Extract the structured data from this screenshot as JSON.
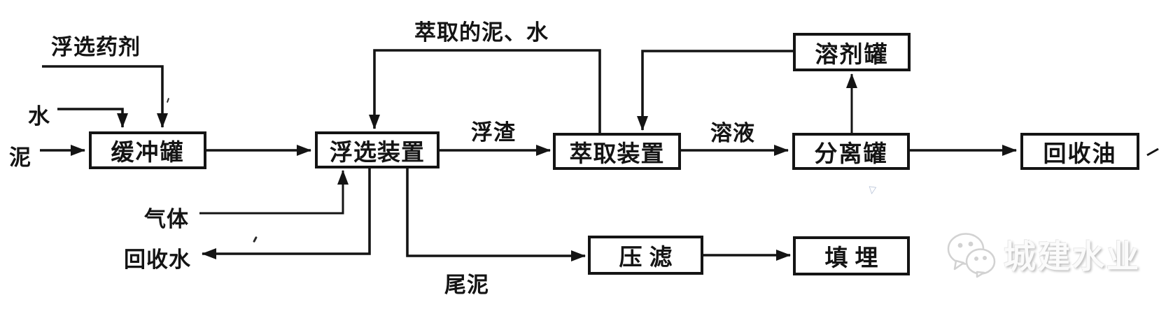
{
  "nodes": {
    "buffer_tank": "缓冲罐",
    "flotation_unit": "浮选装置",
    "extraction_unit": "萃取装置",
    "separation_tank": "分离罐",
    "recovered_oil": "回收油",
    "solvent_tank": "溶剂罐",
    "filter_press": "压滤",
    "landfill": "填埋"
  },
  "streams": {
    "flotation_reagent": "浮选药剂",
    "water": "水",
    "sludge": "泥",
    "extracted_sludge_water": "萃取的泥、水",
    "scum": "浮渣",
    "solution": "溶液",
    "gas": "气体",
    "recovered_water": "回收水",
    "tail_sludge": "尾泥"
  },
  "watermark": {
    "brand": "城建水业",
    "icon": "wechat-icon"
  },
  "marks": {
    "blue_mark": "▽"
  },
  "colors": {
    "line": "#141414",
    "background": "#ffffff",
    "watermark_text": "#fbfbfb",
    "watermark_shadow": "#bdbdbd",
    "blue_mark": "#b4c0d6"
  }
}
